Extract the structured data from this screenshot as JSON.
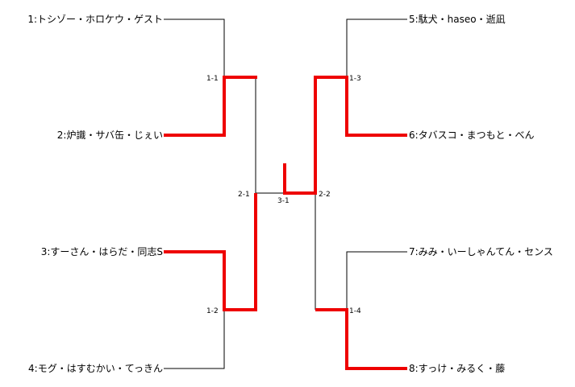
{
  "teams": {
    "t1": "1:トシゾー・ホロケウ・ゲスト",
    "t2": "2:炉識・サバ缶・じぇい",
    "t3": "3:すーさん・はらだ・同志S",
    "t4": "4:モグ・はすむかい・てっきん",
    "t5": "5:駄犬・haseo・逝凪",
    "t6": "6:タバスコ・まつもと・べん",
    "t7": "7:みみ・いーしゃんてん・センス",
    "t8": "8:すっけ・みるく・藤"
  },
  "matches": {
    "m11": "1-1",
    "m12": "1-2",
    "m13": "1-3",
    "m14": "1-4",
    "m21": "2-1",
    "m22": "2-2",
    "m31": "3-1"
  },
  "colors": {
    "winner_line": "#ee0000",
    "bracket_line": "#000000"
  }
}
